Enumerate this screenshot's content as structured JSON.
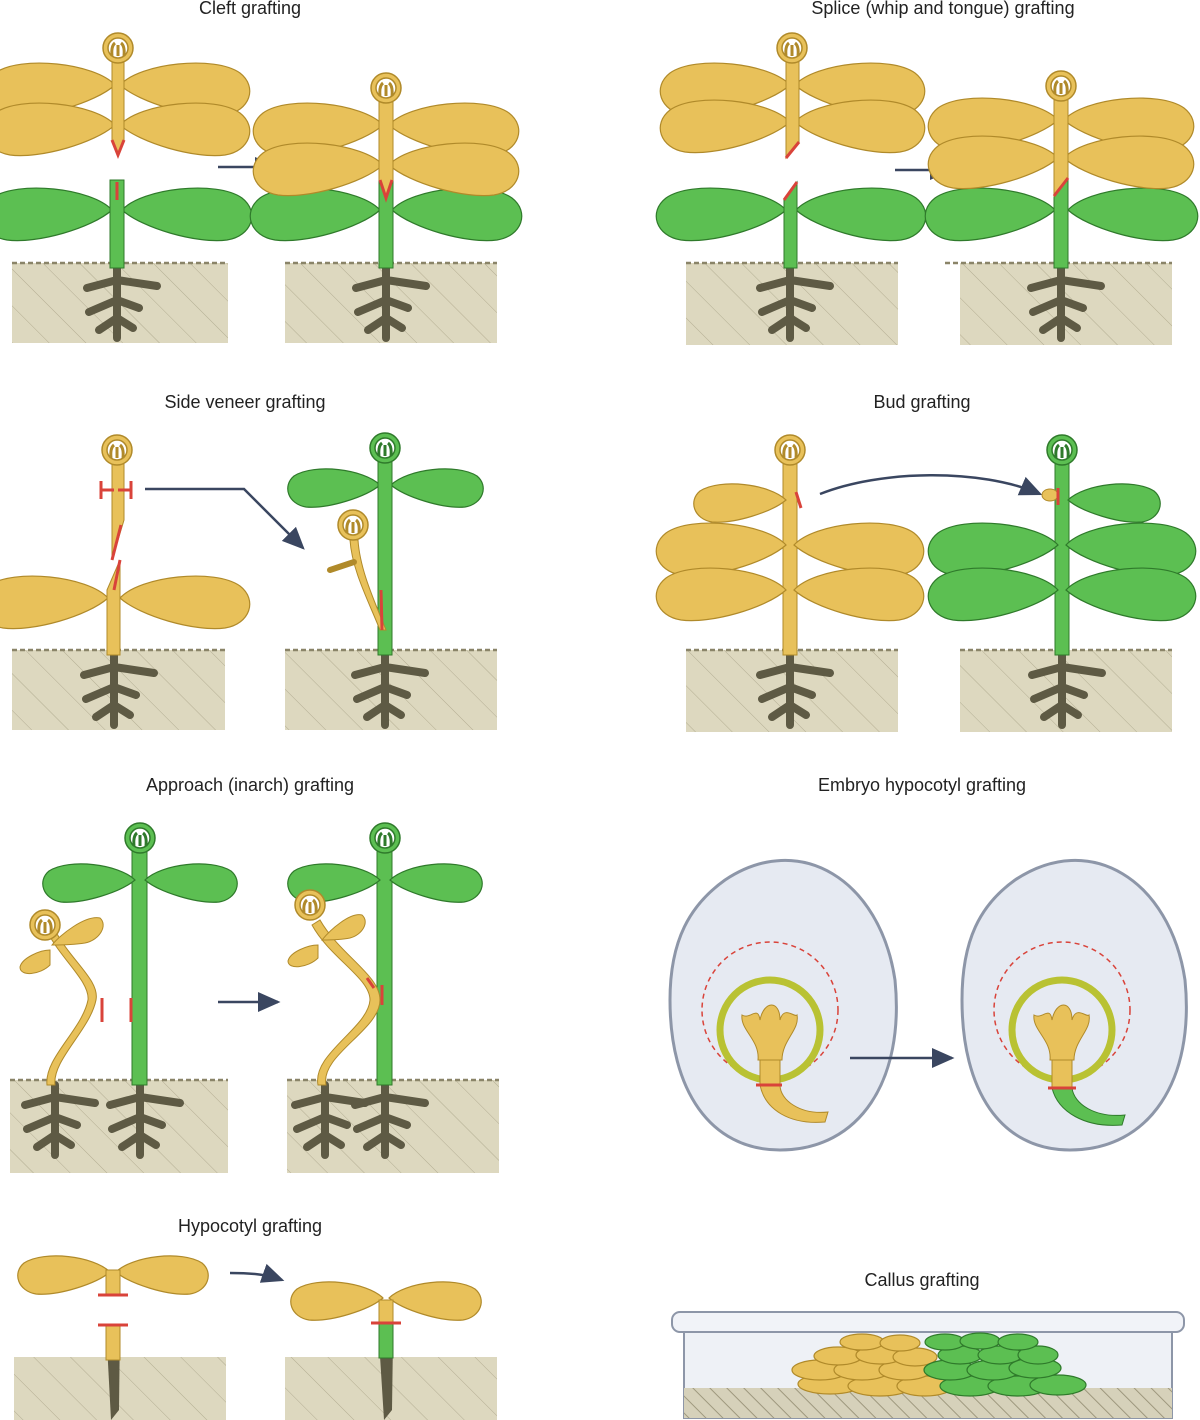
{
  "titles": {
    "cleft": "Cleft grafting",
    "splice": "Splice (whip and tongue) grafting",
    "side_veneer": "Side veneer grafting",
    "bud": "Bud grafting",
    "approach": "Approach (inarch) grafting",
    "embryo": "Embryo hypocotyl grafting",
    "hypocotyl": "Hypocotyl grafting",
    "callus": "Callus grafting"
  },
  "colors": {
    "scion_yellow": "#E8C15A",
    "scion_outline": "#B08A2A",
    "stock_green": "#5CBF52",
    "stock_outline": "#2F7A2B",
    "root": "#5E5A44",
    "soil": "#DDD8BF",
    "soil_edge": "#8A8468",
    "cut_red": "#D9433A",
    "arrow": "#3A4660",
    "seed_fill": "#E6EAF2",
    "seed_outline": "#8D96A8",
    "coat_green": "#B9C233"
  }
}
